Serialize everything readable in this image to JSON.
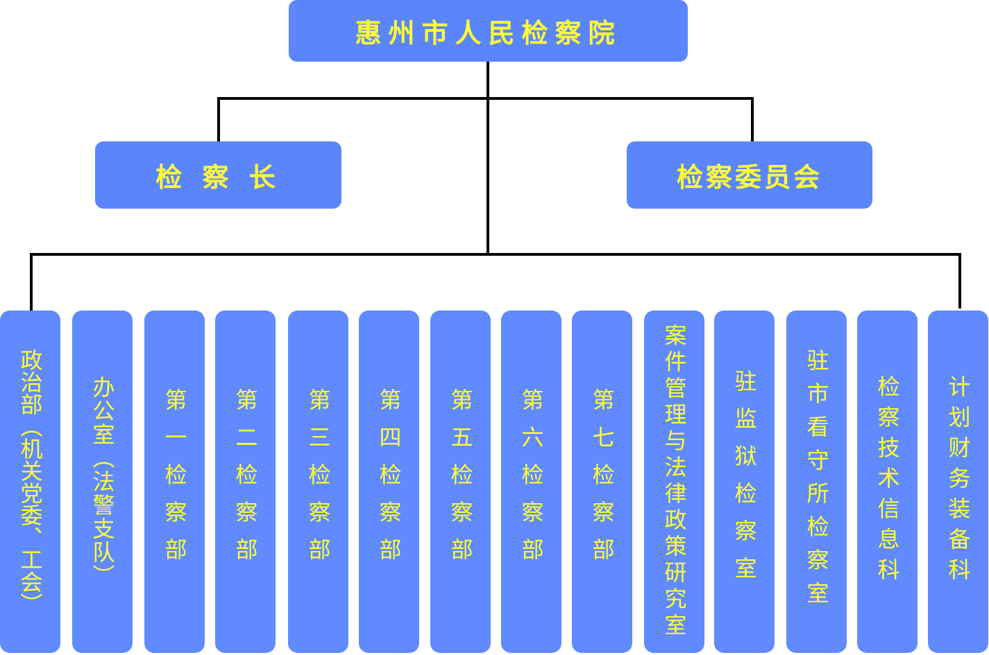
{
  "colors": {
    "box": "#5b86fb",
    "text": "#ffff33",
    "line": "#000000"
  },
  "root": {
    "label": "惠州市人民检察院"
  },
  "level2": [
    {
      "label": "检 察 长"
    },
    {
      "label": "检察委员会"
    }
  ],
  "departments": [
    {
      "label": "政治部（机关党委、工会）"
    },
    {
      "label": "办公室（法警支队）"
    },
    {
      "label": "第一检察部"
    },
    {
      "label": "第二检察部"
    },
    {
      "label": "第三检察部"
    },
    {
      "label": "第四检察部"
    },
    {
      "label": "第五检察部"
    },
    {
      "label": "第六检察部"
    },
    {
      "label": "第七检察部"
    },
    {
      "label": "案件管理与法律政策研究室"
    },
    {
      "label": "驻监狱检察室"
    },
    {
      "label": "驻市看守所检察室"
    },
    {
      "label": "检察技术信息科"
    },
    {
      "label": "计划财务装备科"
    }
  ]
}
